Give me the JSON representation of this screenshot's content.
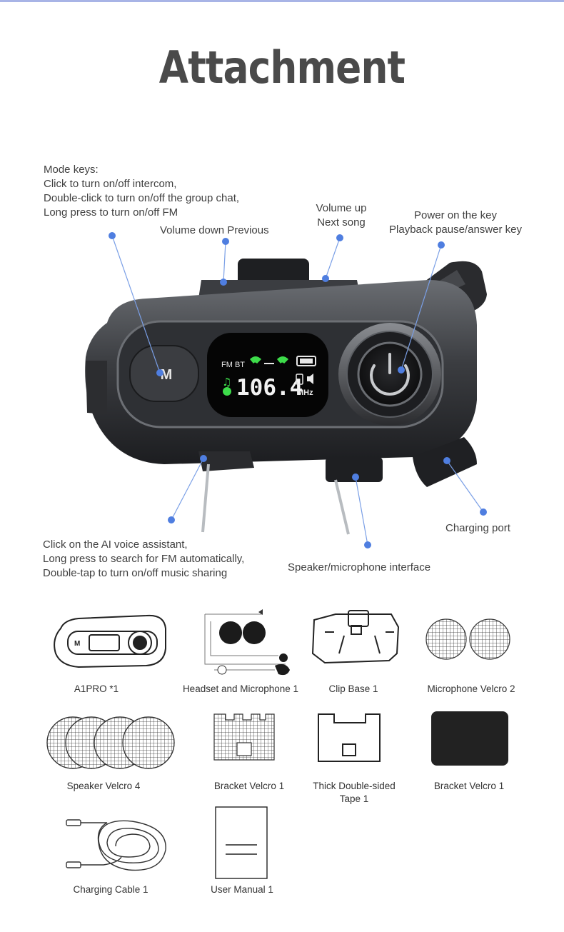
{
  "title": "Attachment",
  "callouts": {
    "mode_keys": [
      "Mode keys:",
      "Click to turn on/off intercom,",
      "Double-click to turn on/off the group chat,",
      "Long press to turn on/off FM"
    ],
    "volume_down": "Volume down Previous",
    "volume_up": [
      "Volume up",
      "Next song"
    ],
    "power": [
      "Power on the key",
      "Playback pause/answer key"
    ],
    "ai_voice": [
      "Click on the AI voice assistant,",
      "Long press to search for FM automatically,",
      "Double-tap to turn on/off music sharing"
    ],
    "speaker_mic": "Speaker/microphone interface",
    "charging_port": "Charging port"
  },
  "device": {
    "mode_key_label": "M",
    "display": {
      "mode_text": "FM BT",
      "frequency": "106.4",
      "unit": "MHz"
    }
  },
  "items": [
    {
      "label": "A1PRO *1",
      "icon": "device-icon",
      "mini_label": "M"
    },
    {
      "label": "Headset and Microphone 1",
      "icon": "headset-icon"
    },
    {
      "label": "Clip Base 1",
      "icon": "clip-base-icon"
    },
    {
      "label": "Microphone Velcro 2",
      "icon": "velcro-circle-icon"
    },
    {
      "label": "Speaker Velcro 4",
      "icon": "velcro-circle-icon"
    },
    {
      "label": "Bracket Velcro 1",
      "icon": "velcro-bracket-icon"
    },
    {
      "label": "Thick Double-sided Tape 1",
      "icon": "tape-icon"
    },
    {
      "label": "Bracket Velcro 1",
      "icon": "black-pad-icon"
    },
    {
      "label": "Charging Cable 1",
      "icon": "cable-icon"
    },
    {
      "label": "User Manual 1",
      "icon": "manual-icon"
    }
  ],
  "colors": {
    "dot": "#4f7ee0",
    "line": "#7a9fe6",
    "title": "#4a4a4a",
    "lcd_green": "#3ddc4a"
  }
}
